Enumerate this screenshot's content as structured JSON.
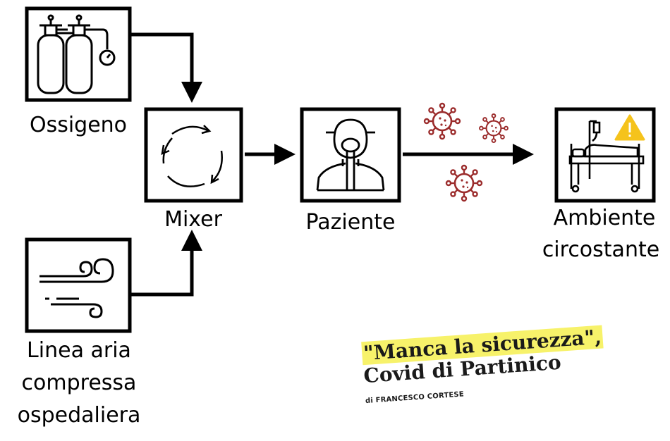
{
  "nodes": {
    "oxygen": {
      "label": "Ossigeno",
      "icon": "oxygen-cylinders-icon"
    },
    "air": {
      "label_lines": [
        "Linea aria",
        "compressa",
        "ospedaliera"
      ],
      "icon": "wind-icon"
    },
    "mixer": {
      "label": "Mixer",
      "icon": "cycle-arrows-icon"
    },
    "patient": {
      "label": "Paziente",
      "icon": "patient-mask-icon"
    },
    "environment": {
      "label_lines": [
        "Ambiente",
        "circostante"
      ],
      "icon": "hospital-bed-warning-icon"
    }
  },
  "virus_color": "#9b2c2c",
  "warning_color": "#f5c31c",
  "newspaper_clip": {
    "headline_quote": "\"Manca la sicurezza\",",
    "headline_line2": "Covid di Partinico",
    "byline": "di FRANCESCO CORTESE"
  }
}
